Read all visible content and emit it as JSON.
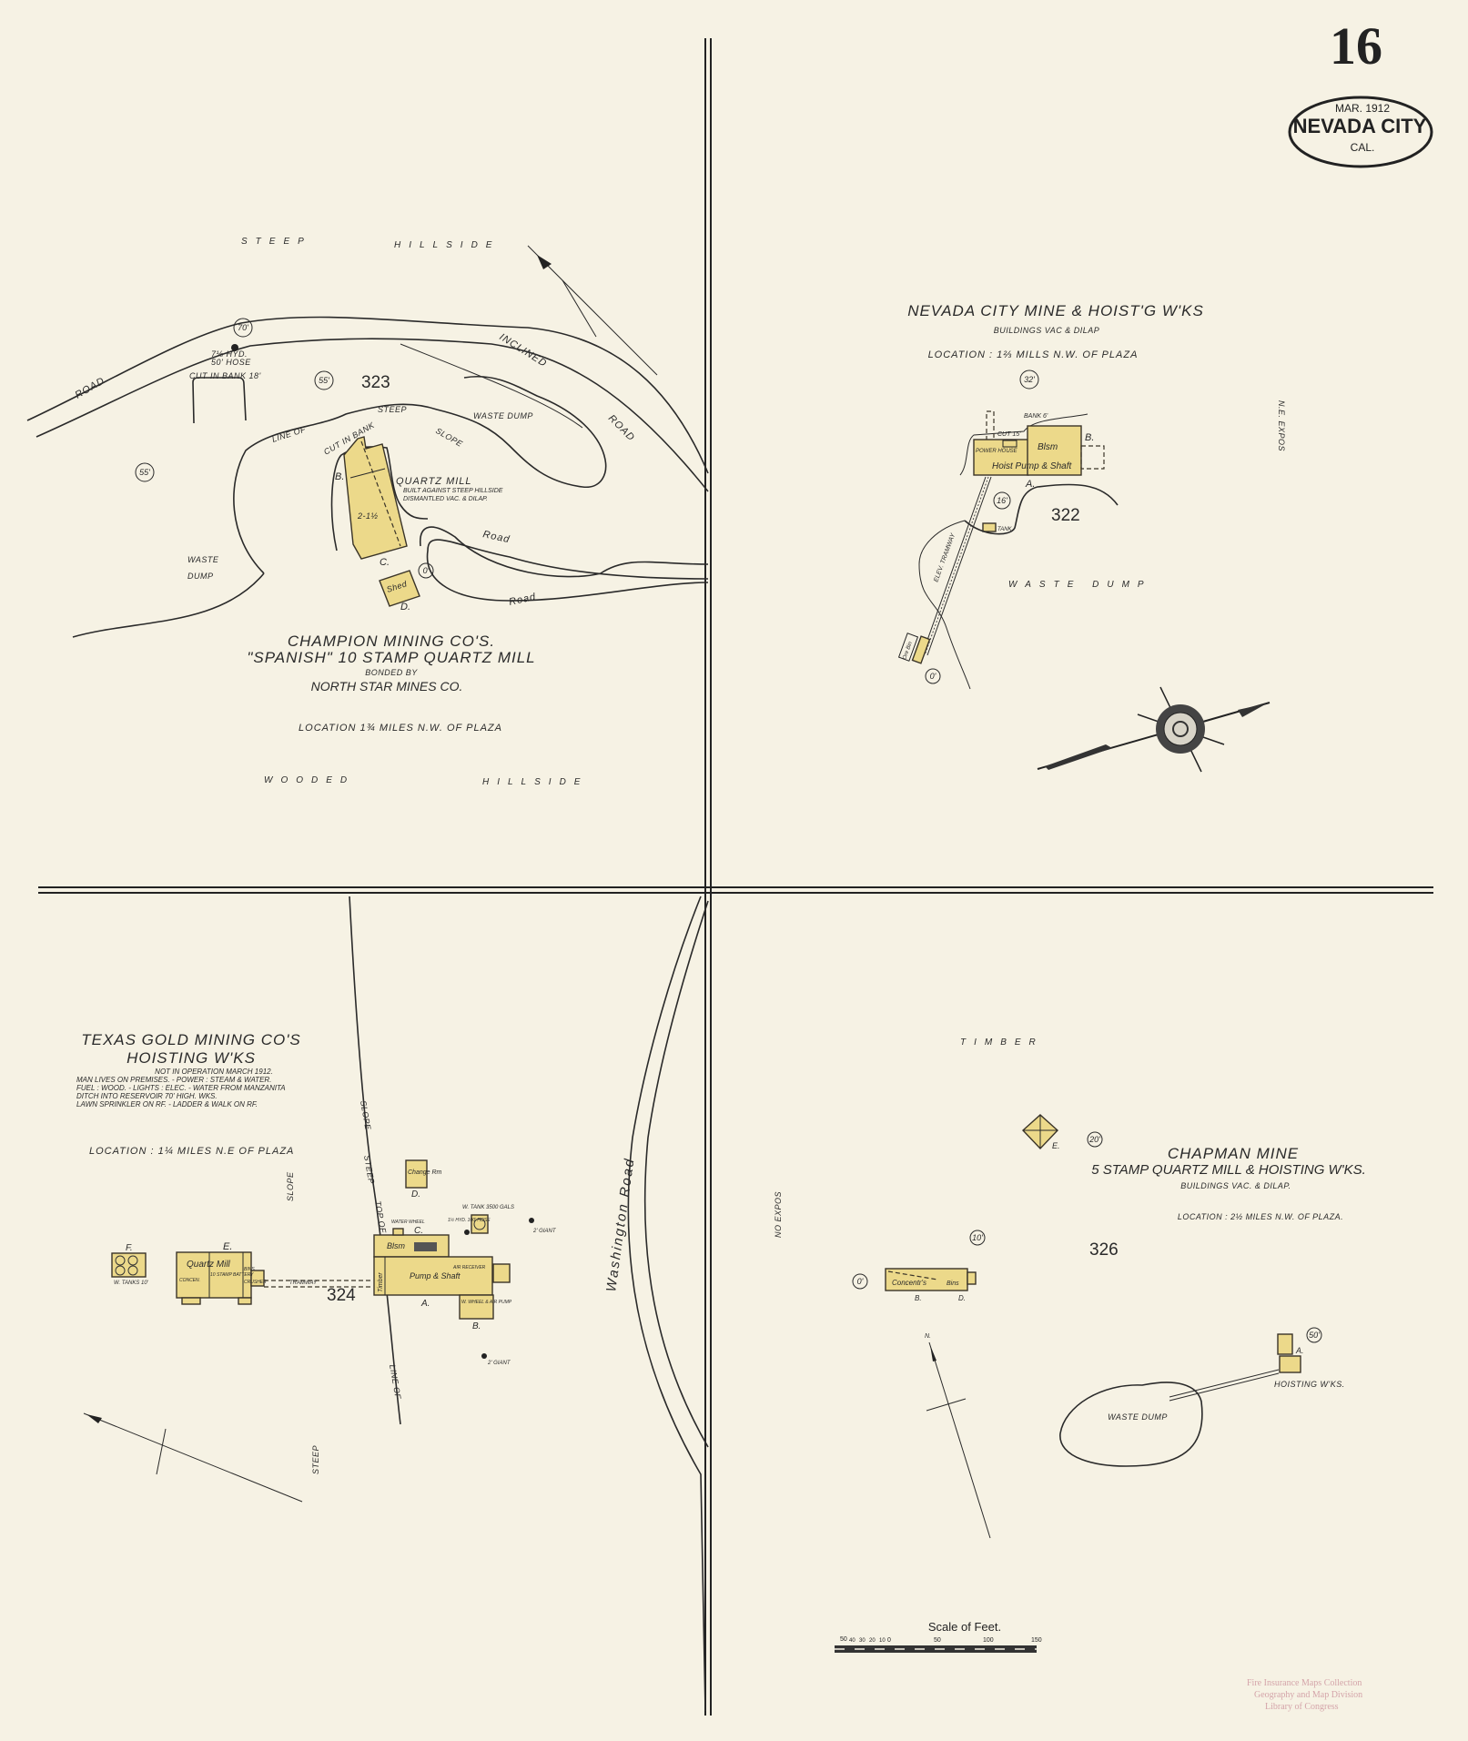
{
  "sheet": {
    "page_number": "16",
    "seal": {
      "date": "MAR. 1912",
      "city": "NEVADA CITY",
      "state": "CAL."
    },
    "scale": {
      "title": "Scale of Feet.",
      "ticks": [
        "50",
        "40",
        "30",
        "20",
        "10",
        "0",
        "50",
        "100",
        "150"
      ]
    },
    "library_stamp": [
      "Fire Insurance Maps Collection",
      "Geography and Map Division",
      "Library of Congress"
    ],
    "colors": {
      "paper": "#f6f2e4",
      "frame_building": "#ecd98a",
      "ink": "#2a2a2a",
      "stamp": "#c98a96"
    }
  },
  "champion": {
    "block": "323",
    "title": "CHAMPION MINING CO'S.",
    "subtitle": "\"SPANISH\" 10 STAMP QUARTZ MILL",
    "bonded": "BONDED BY",
    "owner": "NORTH STAR MINES CO.",
    "location": "LOCATION 1¾ MILES N.W. OF PLAZA",
    "mill_label": "QUARTZ MILL",
    "mill_note_1": "BUILT AGAINST STEEP HILLSIDE",
    "mill_note_2": "DISMANTLED VAC. & DILAP.",
    "shed_label": "Shed",
    "letters": [
      "B.",
      "C.",
      "D."
    ],
    "elevations": [
      "70'",
      "55'",
      "55'",
      "0'"
    ],
    "hydrant": [
      "7⅛ HYD.",
      "50' HOSE"
    ],
    "labels": {
      "steep": "STEEP",
      "hillside": "HILLSIDE",
      "road": "ROAD",
      "inclined": "INCLINED",
      "road2": "ROAD",
      "cut_in_bank": "CUT IN BANK 18'",
      "line_of": "LINE OF",
      "steep2": "STEEP",
      "slope": "SLOPE",
      "waste_dump": "WASTE DUMP",
      "waste": "WASTE",
      "dump": "DUMP",
      "road_a": "Road",
      "road_b": "Road",
      "wooded": "WOODED",
      "hillside2": "HILLSIDE",
      "cut_in_bank2": "CUT IN BANK",
      "mill_dims": "2-1½"
    }
  },
  "nevada_city_mine": {
    "block": "322",
    "title": "NEVADA CITY MINE & HOIST'G W'KS",
    "condition": "BUILDINGS VAC & DILAP",
    "location": "LOCATION : 1⅔ MILLS N.W. OF PLAZA",
    "elevations": [
      "32'",
      "16'",
      "0'"
    ],
    "building": {
      "main": "Hoist Pump & Shaft",
      "blsm": "Blsm",
      "power": "POWER HOUSE",
      "letters": [
        "A.",
        "B."
      ]
    },
    "labels": {
      "bank": "BANK 6'",
      "cut": "CUT 15'",
      "tramway": "ELEV. TRAMWAY",
      "waste_dump": "WASTE DUMP",
      "expos": "N.E. EXPOS",
      "ore_bin": "Ore Bin",
      "tank": "TANK"
    }
  },
  "texas_gold": {
    "block": "324",
    "title": "TEXAS GOLD MINING CO'S",
    "subtitle": "HOISTING W'KS",
    "notes": [
      "NOT IN OPERATION MARCH 1912.",
      "MAN LIVES ON PREMISES. - POWER : STEAM & WATER.",
      "FUEL : WOOD. - LIGHTS : ELEC. - WATER FROM MANZANITA",
      "DITCH INTO RESERVOIR 70' HIGH. WKS.",
      "LAWN SPRINKLER ON RF. - LADDER & WALK ON RF."
    ],
    "location": "LOCATION : 1¼ MILES N.E OF PLAZA",
    "buildings": {
      "F": "F.",
      "tanks": "W. TANKS 10'",
      "E": "E.",
      "mill": "Quartz Mill",
      "concen": "CONCEN.",
      "battery": "10 STAMP BATTERY",
      "crusher": "CRUSHER",
      "bins": "BINS",
      "tramway": "TRAMWAY",
      "C": "C.",
      "D": "D.",
      "change": "Change Rm",
      "blsm": "Blsm",
      "pump": "Pump & Shaft",
      "timber": "Timber",
      "A": "A.",
      "B": "B.",
      "water_wheel": "WATER WHEEL",
      "wheel_air": "W. WHEEL & AIR PUMP",
      "receiver": "AIR RECEIVER",
      "tank": "W. TANK 3500 GALS",
      "hyd": "1½ HYD. 100' HOSE",
      "giant1": "2' GIANT",
      "giant2": "2' GIANT"
    },
    "labels": {
      "slope": "SLOPE",
      "steep": "STEEP",
      "steep2": "STEEP",
      "slope2": "SLOPE",
      "top_of": "TOP OF",
      "line_of": "LINE OF",
      "washington_road": "Washington Road"
    }
  },
  "chapman": {
    "block": "326",
    "title": "CHAPMAN MINE",
    "subtitle": "5 STAMP QUARTZ MILL & HOISTING W'KS.",
    "condition": "BUILDINGS VAC. & DILAP.",
    "location": "LOCATION : 2½ MILES N.W. OF PLAZA.",
    "elevations": [
      "20'",
      "10'",
      "0'",
      "50'"
    ],
    "buildings": {
      "concentr": "Concentr's",
      "bins": "Bins",
      "letters": [
        "B.",
        "D.",
        "E.",
        "A."
      ],
      "hoisting": "HOISTING W'KS."
    },
    "labels": {
      "timber": "TIMBER",
      "waste_dump": "WASTE DUMP",
      "expos": "NO EXPOS",
      "north": "N."
    }
  }
}
